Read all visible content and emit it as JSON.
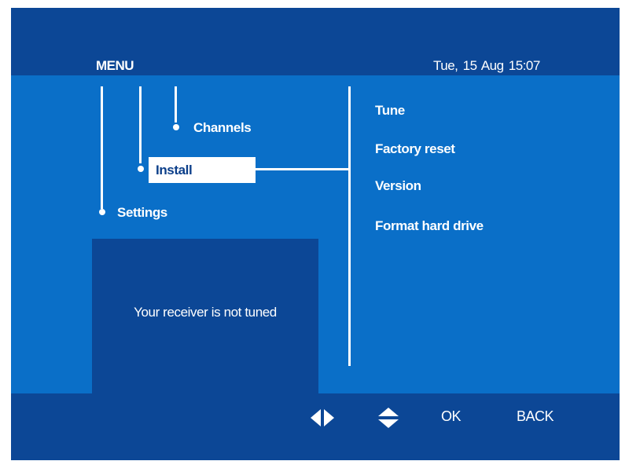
{
  "header": {
    "title": "MENU",
    "datetime": "Tue, 15 Aug   15:07"
  },
  "tree": {
    "channels": "Channels",
    "install": "Install",
    "settings": "Settings"
  },
  "options": [
    "Tune",
    "Factory reset",
    "Version",
    "Format hard drive"
  ],
  "info": {
    "message": "Your receiver is not tuned"
  },
  "footer": {
    "left_right_icon": "left-right-arrows-icon",
    "up_down_icon": "up-down-arrows-icon",
    "ok_label": "OK",
    "back_label": "BACK"
  },
  "colors": {
    "dark_blue": "#0c4796",
    "main_blue": "#0a6fc8",
    "highlight_bg": "#ffffff",
    "highlight_text": "#0c3f8a"
  }
}
